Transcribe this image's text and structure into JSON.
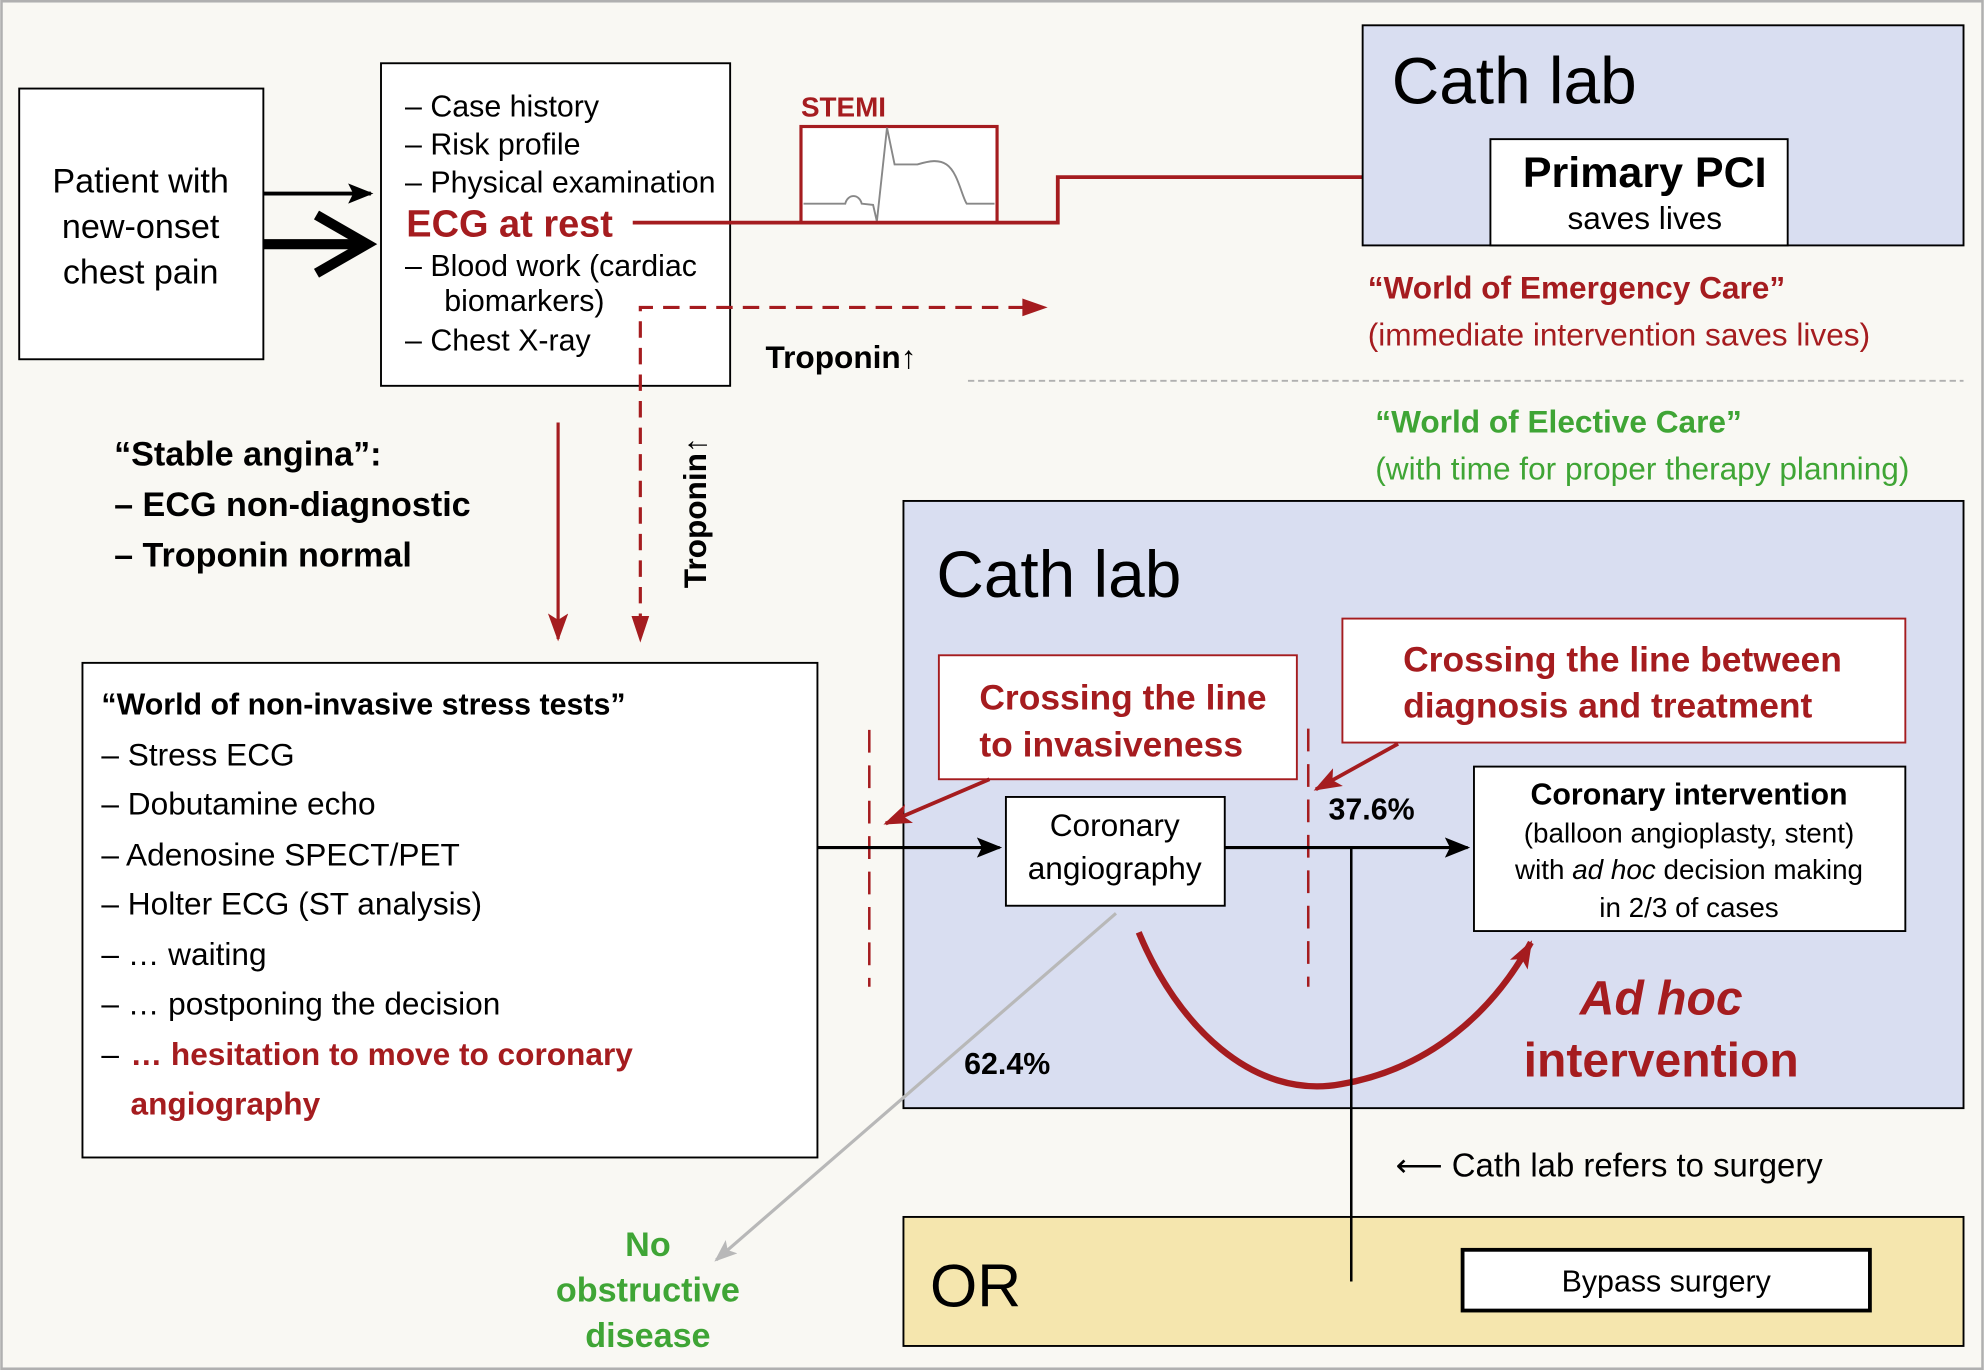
{
  "colors": {
    "background": "#f9f8f3",
    "frame": "#b0b0b0",
    "red": "#a51c1f",
    "green": "#3fa535",
    "cath_lab_fill": "#d9def1",
    "or_fill": "#f5e6ae",
    "box_fill": "#ffffff",
    "gray_arrow": "#b8b8b8",
    "ecg_trace": "#888888"
  },
  "patient_box": {
    "lines": [
      "Patient with",
      "new-onset",
      "chest pain"
    ]
  },
  "workup_box": {
    "items": [
      "– Case history",
      "– Risk profile",
      "– Physical examination"
    ],
    "highlight": "ECG at rest",
    "items_after": [
      "– Blood work (cardiac",
      "biomarkers)",
      "– Chest X-ray"
    ]
  },
  "stemi": {
    "label": "STEMI"
  },
  "emergency_cath_lab": {
    "title": "Cath lab",
    "primary_pci_title": "Primary PCI",
    "primary_pci_subtitle": "saves lives"
  },
  "emergency_world": {
    "title": "“World of Emergency Care”",
    "subtitle": "(immediate intervention saves lives)"
  },
  "elective_world": {
    "title": "“World of Elective Care”",
    "subtitle": "(with time for proper therapy planning)"
  },
  "troponin_horizontal": "Troponin↑",
  "troponin_vertical": "Troponin↑",
  "stable_angina": {
    "title": "“Stable angina”:",
    "items": [
      "– ECG non-diagnostic",
      "– Troponin normal"
    ]
  },
  "stress_tests_box": {
    "title": "“World of non-invasive stress tests”",
    "items": [
      "– Stress ECG",
      "– Dobutamine echo",
      "– Adenosine SPECT/PET",
      "– Holter ECG (ST analysis)",
      "– … waiting",
      "– … postponing the decision"
    ],
    "highlight_prefix": "– ",
    "highlight_lines": [
      "… hesitation to move to coronary",
      "angiography"
    ]
  },
  "elective_cath_lab": {
    "title": "Cath lab",
    "callout_invasiveness": [
      "Crossing the line",
      "to invasiveness"
    ],
    "callout_treatment": [
      "Crossing the line between",
      "diagnosis and treatment"
    ],
    "angiography": [
      "Coronary",
      "angiography"
    ],
    "pct_intervention": "37.6%",
    "pct_no_disease": "62.4%",
    "intervention_title": "Coronary intervention",
    "intervention_lines_1": "(balloon angioplasty, stent)",
    "intervention_line_2_pre": "with ",
    "intervention_line_2_italic": "ad hoc",
    "intervention_line_2_post": " decision making",
    "intervention_line_3": "in 2/3 of cases",
    "ad_hoc_italic": "Ad hoc",
    "ad_hoc_label": "intervention"
  },
  "no_disease": [
    "No",
    "obstructive",
    "disease"
  ],
  "surgery_referral": "⟵  Cath lab refers to surgery",
  "or_room": {
    "title": "OR",
    "bypass": "Bypass surgery"
  }
}
